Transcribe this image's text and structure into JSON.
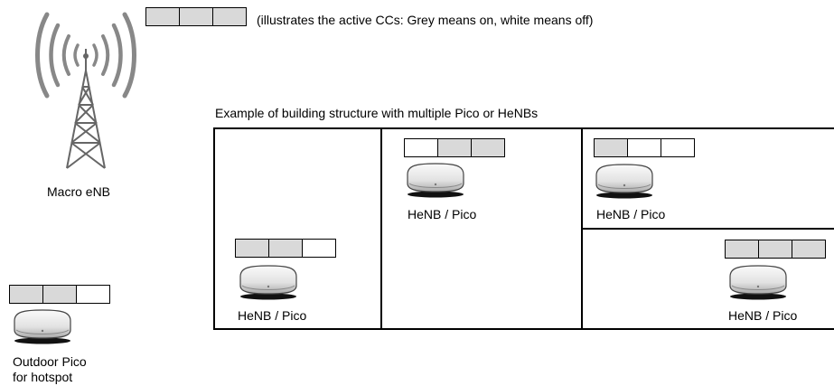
{
  "legend": {
    "text": "(illustrates the active CCs: Grey means on, white means off)",
    "ccs": [
      "on",
      "on",
      "on"
    ]
  },
  "macro": {
    "label": "Macro eNB"
  },
  "building": {
    "caption": "Example of building structure with multiple Pico or HeNBs"
  },
  "nodes": {
    "room1": {
      "label": "HeNB / Pico",
      "ccs": [
        "on",
        "on",
        "off"
      ]
    },
    "room2": {
      "label": "HeNB / Pico",
      "ccs": [
        "off",
        "on",
        "on"
      ]
    },
    "room3": {
      "label": "HeNB / Pico",
      "ccs": [
        "on",
        "off",
        "off"
      ]
    },
    "room4": {
      "label": "HeNB / Pico",
      "ccs": [
        "on",
        "on",
        "on"
      ]
    },
    "outdoor": {
      "label_line1": "Outdoor Pico",
      "label_line2": "for hotspot",
      "ccs": [
        "on",
        "on",
        "off"
      ]
    }
  },
  "colors": {
    "on": "#d9d9d9",
    "off": "#ffffff",
    "line": "#000000"
  }
}
